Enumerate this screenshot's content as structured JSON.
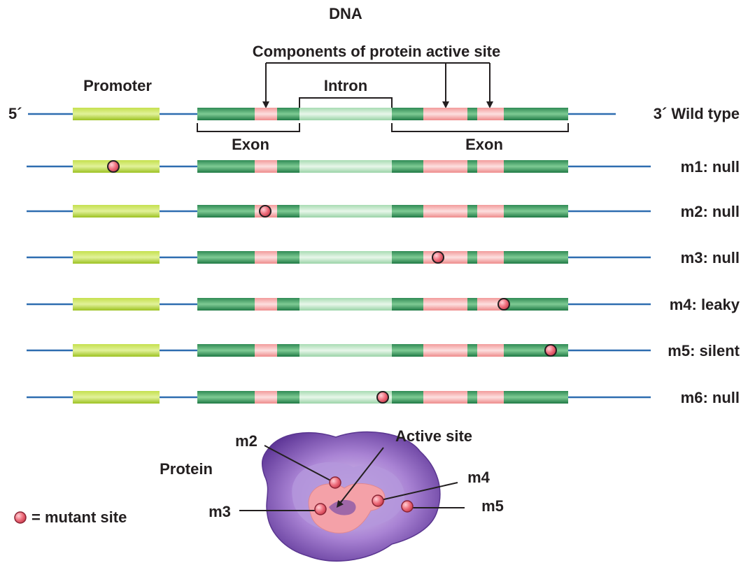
{
  "title": "DNA",
  "labels": {
    "components": "Components of protein active site",
    "promoter": "Promoter",
    "intron": "Intron",
    "exon_left": "Exon",
    "exon_right": "Exon",
    "five_prime": "5´",
    "wild_type": "3´ Wild type",
    "protein": "Protein",
    "active_site": "Active site",
    "legend": "= mutant site"
  },
  "rows": [
    {
      "label": "m1: null",
      "mutant": "promoter"
    },
    {
      "label": "m2: null",
      "mutant": "exon1-active-site"
    },
    {
      "label": "m3: null",
      "mutant": "exon2-active-site-1"
    },
    {
      "label": "m4: leaky",
      "mutant": "exon2-active-site-2"
    },
    {
      "label": "m5: silent",
      "mutant": "exon2-end"
    },
    {
      "label": "m6: null",
      "mutant": "intron"
    }
  ],
  "protein_sites": [
    "m2",
    "m3",
    "m4",
    "m5"
  ],
  "colors": {
    "dna_line": "#2e6db0",
    "promoter": "#b5d334",
    "exon": "#2e8b57",
    "intron": "#b7e4c0",
    "active_site": "#f4a0a0",
    "protein_outer": "#7a4fa8",
    "protein_inner": "#c9b3e3",
    "mutant": "#e85868"
  }
}
